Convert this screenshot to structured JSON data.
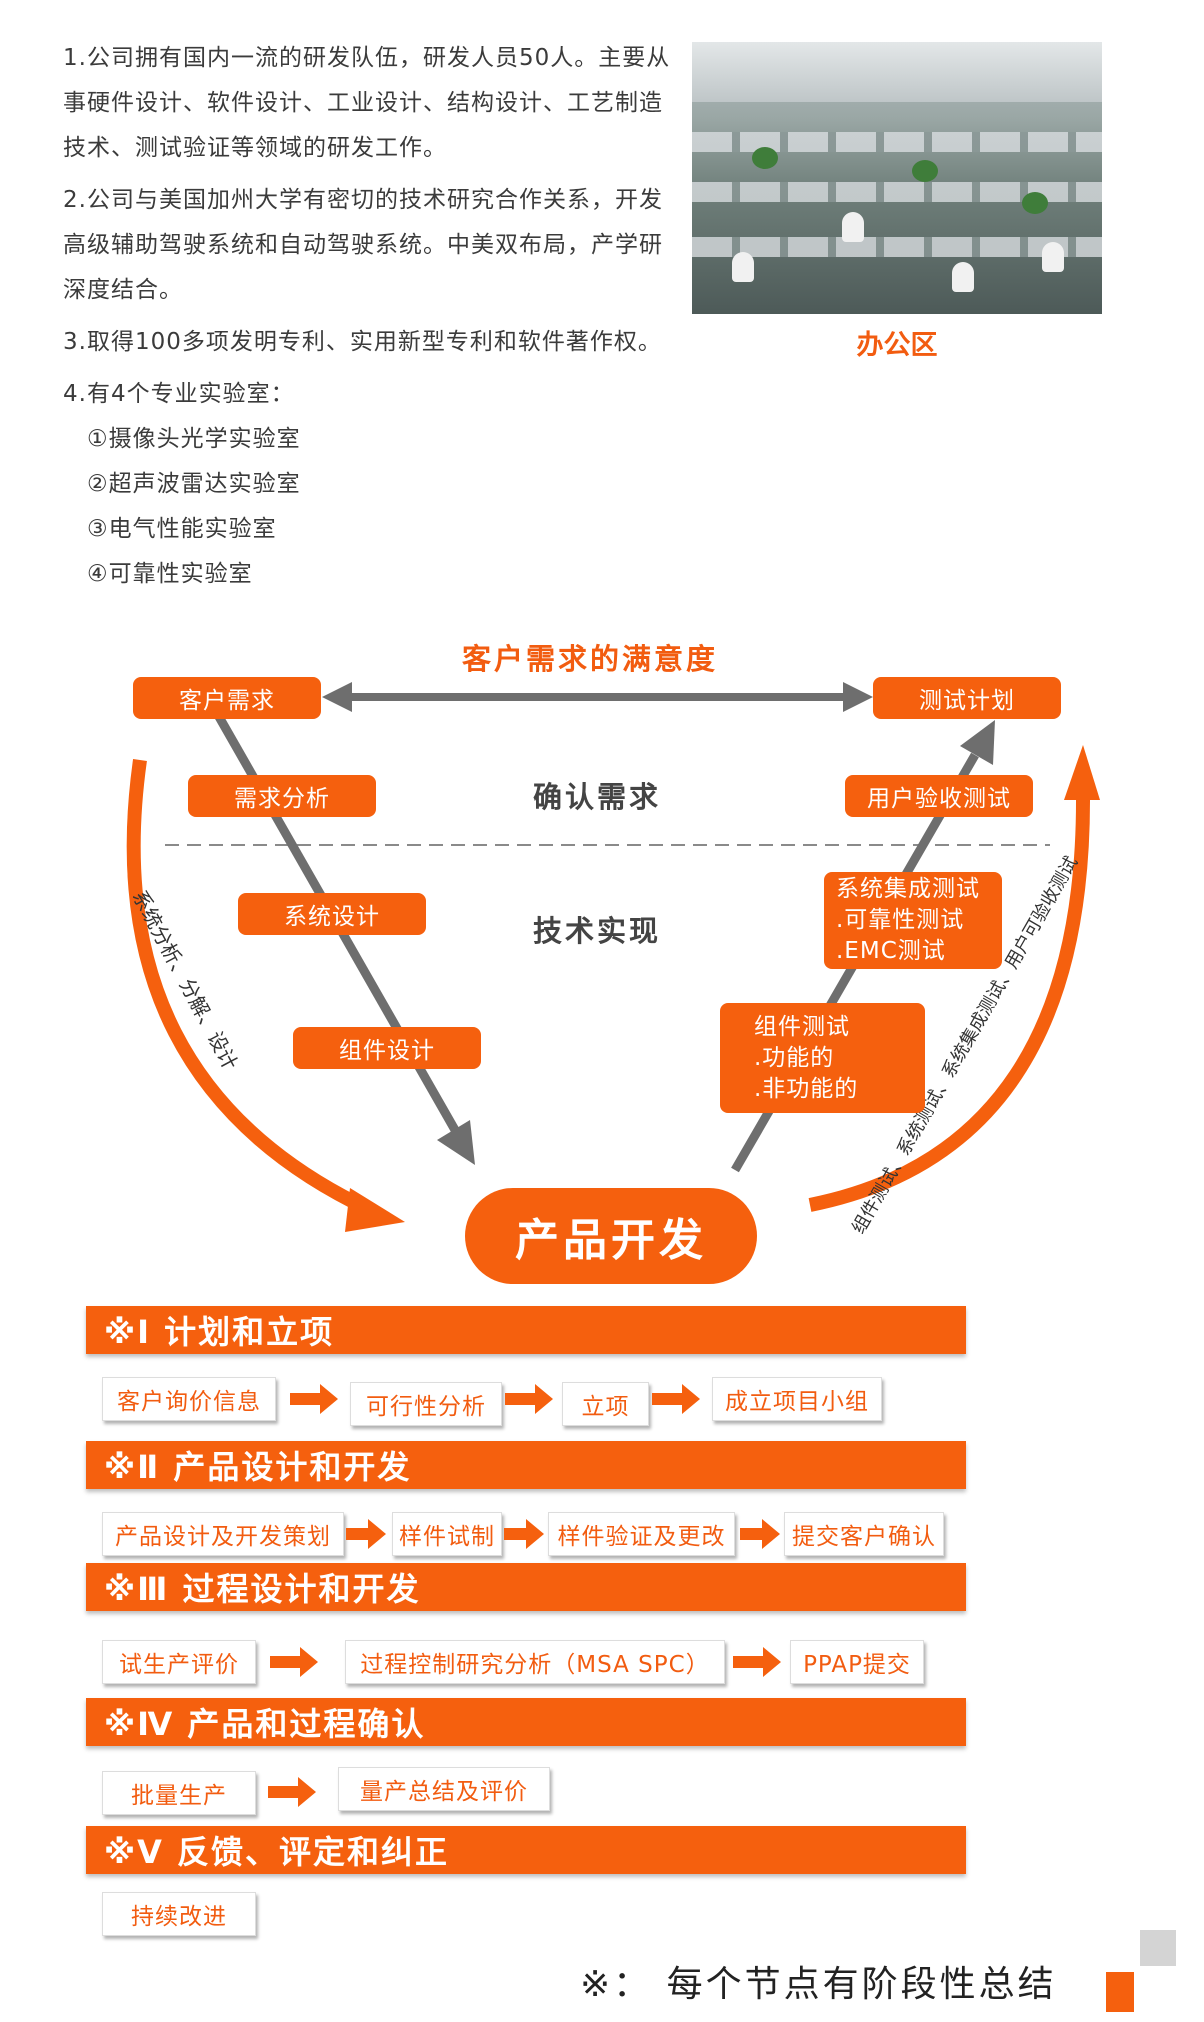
{
  "intro": {
    "p1": "1.公司拥有国内一流的研发队伍，研发人员50人。主要从事硬件设计、软件设计、工业设计、结构设计、工艺制造技术、测试验证等领域的研发工作。",
    "p2": "2.公司与美国加州大学有密切的技术研究合作关系，开发高级辅助驾驶系统和自动驾驶系统。中美双布局，产学研深度结合。",
    "p3": "3.取得100多项发明专利、实用新型专利和软件著作权。",
    "p4": "4.有4个专业实验室：",
    "labs": [
      "①摄像头光学实验室",
      "②超声波雷达实验室",
      "③电气性能实验室",
      "④可靠性实验室"
    ]
  },
  "photo": {
    "caption": "办公区"
  },
  "diagram": {
    "top_title": "客户需求的满意度",
    "confirm_label": "确认需求",
    "tech_label": "技术实现",
    "left": [
      "客户需求",
      "需求分析",
      "系统设计",
      "组件设计"
    ],
    "right": {
      "test_plan": "测试计划",
      "acceptance": "用户验收测试",
      "integration": [
        "系统集成测试",
        ".可靠性测试",
        ".EMC测试"
      ],
      "component": [
        "组件测试",
        ".功能的",
        ".非功能的"
      ]
    },
    "left_arc_text": "系统分析、分解、设计",
    "right_arc_text": "组件测试、系统测试、系统集成测试、用户可验收测试",
    "center": "产品开发"
  },
  "phases": [
    {
      "title": "※Ⅰ  计划和立项",
      "steps": [
        "客户询价信息",
        "可行性分析",
        "立项",
        "成立项目小组"
      ]
    },
    {
      "title": "※Ⅱ  产品设计和开发",
      "steps": [
        "产品设计及开发策划",
        "样件试制",
        "样件验证及更改",
        "提交客户确认"
      ]
    },
    {
      "title": "※Ⅲ  过程设计和开发",
      "steps": [
        "试生产评价",
        "过程控制研究分析（MSA SPC）",
        "PPAP提交"
      ]
    },
    {
      "title": "※Ⅳ  产品和过程确认",
      "steps": [
        "批量生产",
        "量产总结及评价"
      ]
    },
    {
      "title": "※Ⅴ  反馈、评定和纠正",
      "steps": [
        "持续改进"
      ]
    }
  ],
  "footer_note": "※：  每个节点有阶段性总结",
  "colors": {
    "accent": "#f5600e",
    "gray_arrow": "#6e6e6e"
  }
}
